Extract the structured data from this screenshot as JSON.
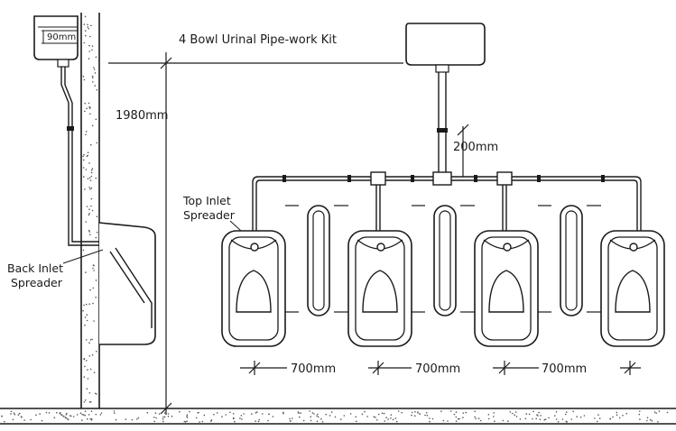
{
  "labels": {
    "kit_title": "4 Bowl Urinal Pipe-work Kit",
    "cistern_depth": "90mm",
    "height": "1980mm",
    "drop": "200mm",
    "top_inlet_line1": "Top Inlet",
    "top_inlet_line2": "Spreader",
    "back_inlet_line1": "Back Inlet",
    "back_inlet_line2": "Spreader",
    "spacing_1": "700mm",
    "spacing_2": "700mm",
    "spacing_3": "700mm"
  },
  "colors": {
    "line": "#1a1a1a",
    "dots": "#555555",
    "background": "#ffffff"
  }
}
